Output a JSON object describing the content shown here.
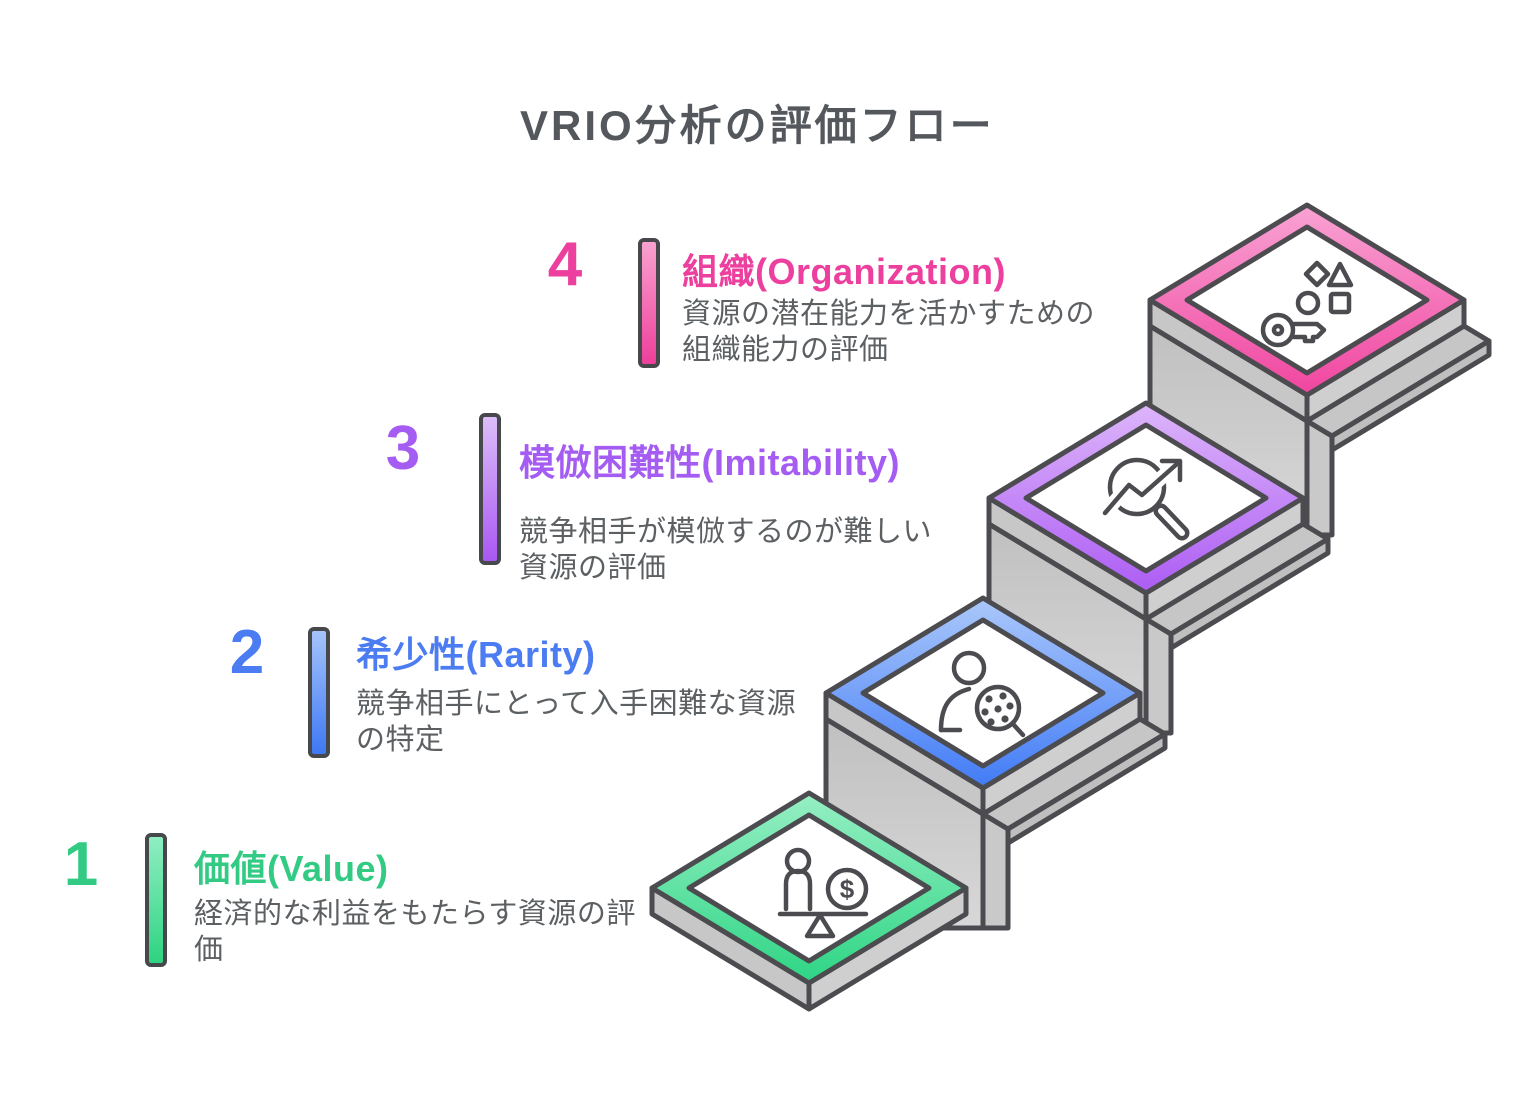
{
  "title": "VRIO分析の評価フロー",
  "steps": [
    {
      "number": "1",
      "heading": "価値(Value)",
      "description": "経済的な利益をもたらす資源の評価",
      "color": "#33cb83",
      "icon": "person-money-balance-icon",
      "currency_symbol": "$"
    },
    {
      "number": "2",
      "heading": "希少性(Rarity)",
      "description": "競争相手にとって入手困難な資源の特定",
      "color": "#4b7cf2",
      "icon": "rare-person-search-icon"
    },
    {
      "number": "3",
      "heading": "模倣困難性(Imitability)",
      "description": "競争相手が模倣するのが難しい資源の評価",
      "color": "#a55cf2",
      "icon": "trend-magnifier-icon"
    },
    {
      "number": "4",
      "heading": "組織(Organization)",
      "description": "資源の潜在能力を活かすための組織能力の評価",
      "color": "#ec3f9e",
      "icon": "key-shapes-icon"
    }
  ],
  "stair_colors": {
    "outline": "#4c4c50",
    "wall_gray_top": "#c2c2c2",
    "wall_gray_bottom": "#d7d7d7",
    "green_light": "#96efc4",
    "green_dark": "#2ed584",
    "blue_light": "#abc8fb",
    "blue_dark": "#417bf6",
    "purple_light": "#ddb6fa",
    "purple_dark": "#ad5cf4",
    "pink_light": "#f9a3d4",
    "pink_dark": "#f0459f"
  }
}
